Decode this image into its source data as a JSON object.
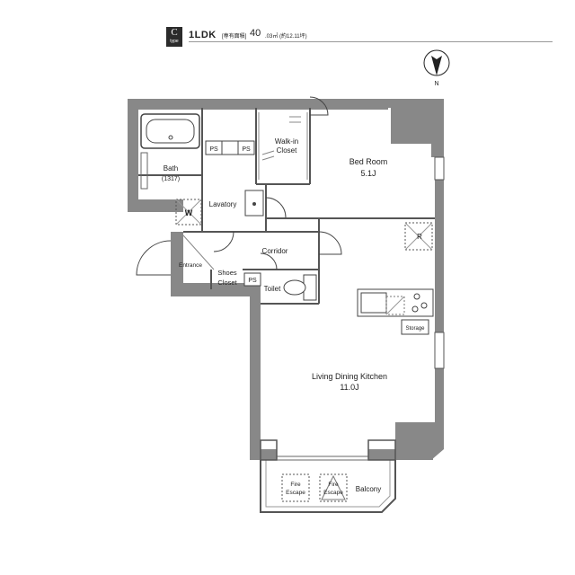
{
  "header": {
    "type_letter": "C",
    "type_word": "type",
    "layout": "1LDK",
    "area_label": "[専有面積]",
    "area_value": "40",
    "area_sub": ".03㎡ (約12.11坪)"
  },
  "compass": {
    "label": "N"
  },
  "rooms": {
    "bath": {
      "name": "Bath",
      "size": "(1317)"
    },
    "ps1": "PS",
    "ps2": "PS",
    "ps3": "PS",
    "walkin": {
      "line1": "Walk-in",
      "line2": "Closet"
    },
    "bedroom": {
      "name": "Bed Room",
      "size": "5.1J"
    },
    "lavatory": "Lavatory",
    "washer": "W",
    "corridor": "Corridor",
    "entrance": "Entrance",
    "shoes": {
      "line1": "Shoes",
      "line2": "Closet"
    },
    "toilet": "Toilet",
    "storage": "Storage",
    "ldk": {
      "name": "Living Dining Kitchen",
      "size": "11.0J"
    },
    "fire1": {
      "line1": "Fire",
      "line2": "Escape"
    },
    "fire2": {
      "line1": "Fire",
      "line2": "Escape"
    },
    "balcony": "Balcony",
    "aircon": "R"
  }
}
